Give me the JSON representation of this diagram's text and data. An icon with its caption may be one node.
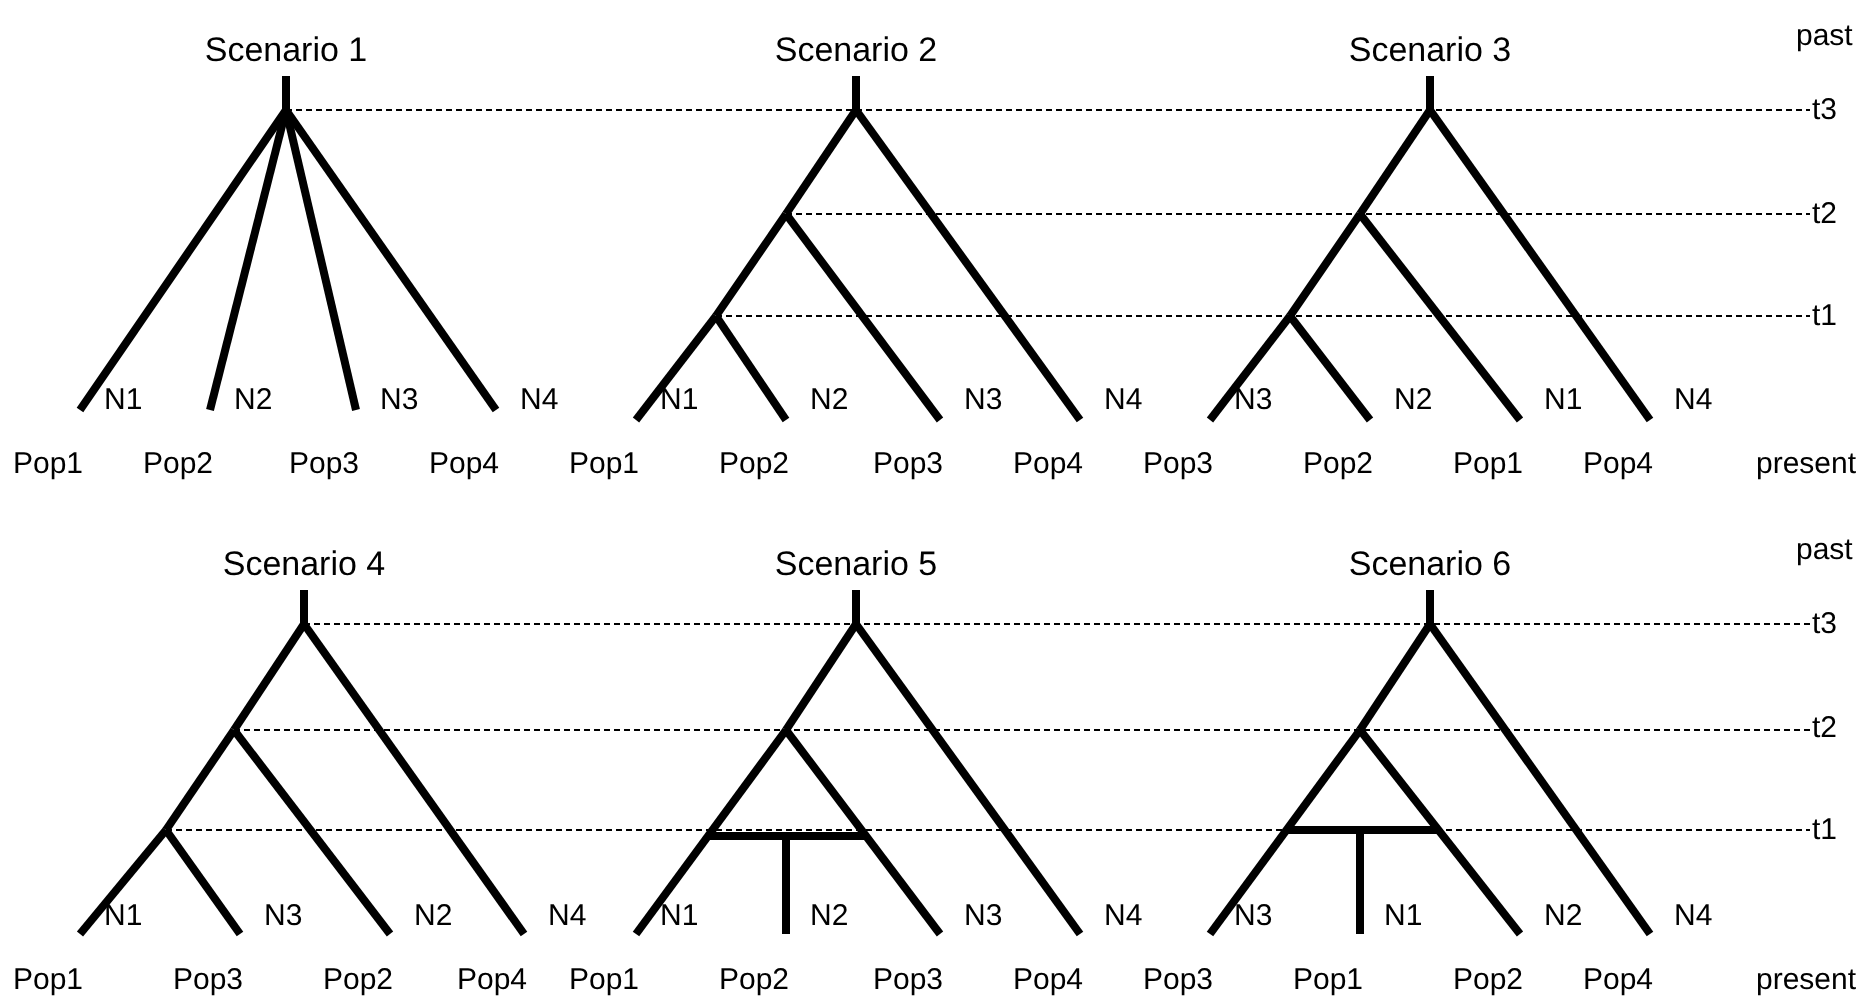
{
  "diagram": {
    "labels": [
      "Scenario 1",
      "Scenario 2",
      "Scenario 3",
      "past",
      "t3",
      "t2",
      "t1",
      "N1",
      "N2",
      "N3",
      "N4",
      "N1",
      "N2",
      "N3",
      "N4",
      "N3",
      "N2",
      "N1",
      "N4",
      "Pop1",
      "Pop2",
      "Pop3",
      "Pop4",
      "Pop1",
      "Pop2",
      "Pop3",
      "Pop4",
      "Pop3",
      "Pop2",
      "Pop1",
      "Pop4",
      "present",
      "Scenario 4",
      "Scenario 5",
      "Scenario 6",
      "past",
      "t3",
      "t2",
      "t1",
      "N1",
      "N3",
      "N2",
      "N4",
      "N1",
      "N2",
      "N3",
      "N4",
      "N3",
      "N1",
      "N2",
      "N4",
      "Pop1",
      "Pop3",
      "Pop2",
      "Pop4",
      "Pop1",
      "Pop2",
      "Pop3",
      "Pop4",
      "Pop3",
      "Pop1",
      "Pop2",
      "Pop4",
      "present"
    ]
  }
}
